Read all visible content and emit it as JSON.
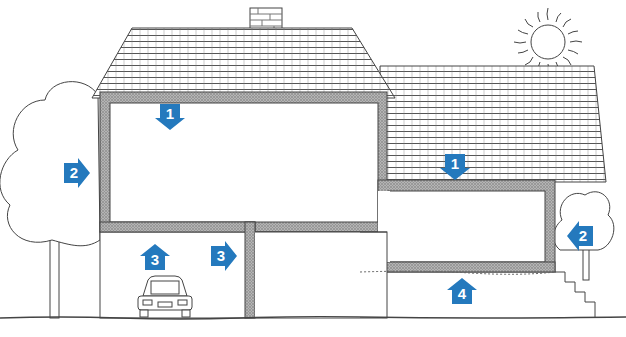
{
  "diagram": {
    "labels": [
      "1",
      "1",
      "2",
      "2",
      "3",
      "3",
      "4"
    ]
  }
}
